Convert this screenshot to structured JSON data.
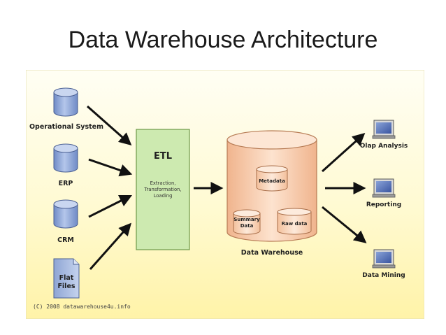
{
  "title": "Data Warehouse Architecture",
  "sources": [
    {
      "label": "Operational System",
      "icon": "database-icon"
    },
    {
      "label": "ERP",
      "icon": "database-icon"
    },
    {
      "label": "CRM",
      "icon": "database-icon"
    },
    {
      "label": [
        "Flat",
        "Files"
      ],
      "icon": "document-icon"
    }
  ],
  "etl": {
    "title": "ETL",
    "description": [
      "Extraction,",
      "Transformation,",
      "Loading"
    ]
  },
  "warehouse": {
    "label": "Data Warehouse",
    "metadata": "Metadata",
    "summary": [
      "Summary",
      "Data"
    ],
    "raw": "Raw data"
  },
  "outputs": [
    {
      "label": "Olap Analysis",
      "icon": "computer-icon"
    },
    {
      "label": "Reporting",
      "icon": "computer-icon"
    },
    {
      "label": "Data Mining",
      "icon": "computer-icon"
    }
  ],
  "copyright": "(C) 2008 datawarehouse4u.info",
  "colors": {
    "background_top": "#fffdf0",
    "background_bottom": "#fff6b8",
    "database_blue": "#8fa6d6",
    "etl_green": "#cfeab0",
    "warehouse_peach": "#f8d6bd",
    "arrow": "#111111"
  }
}
